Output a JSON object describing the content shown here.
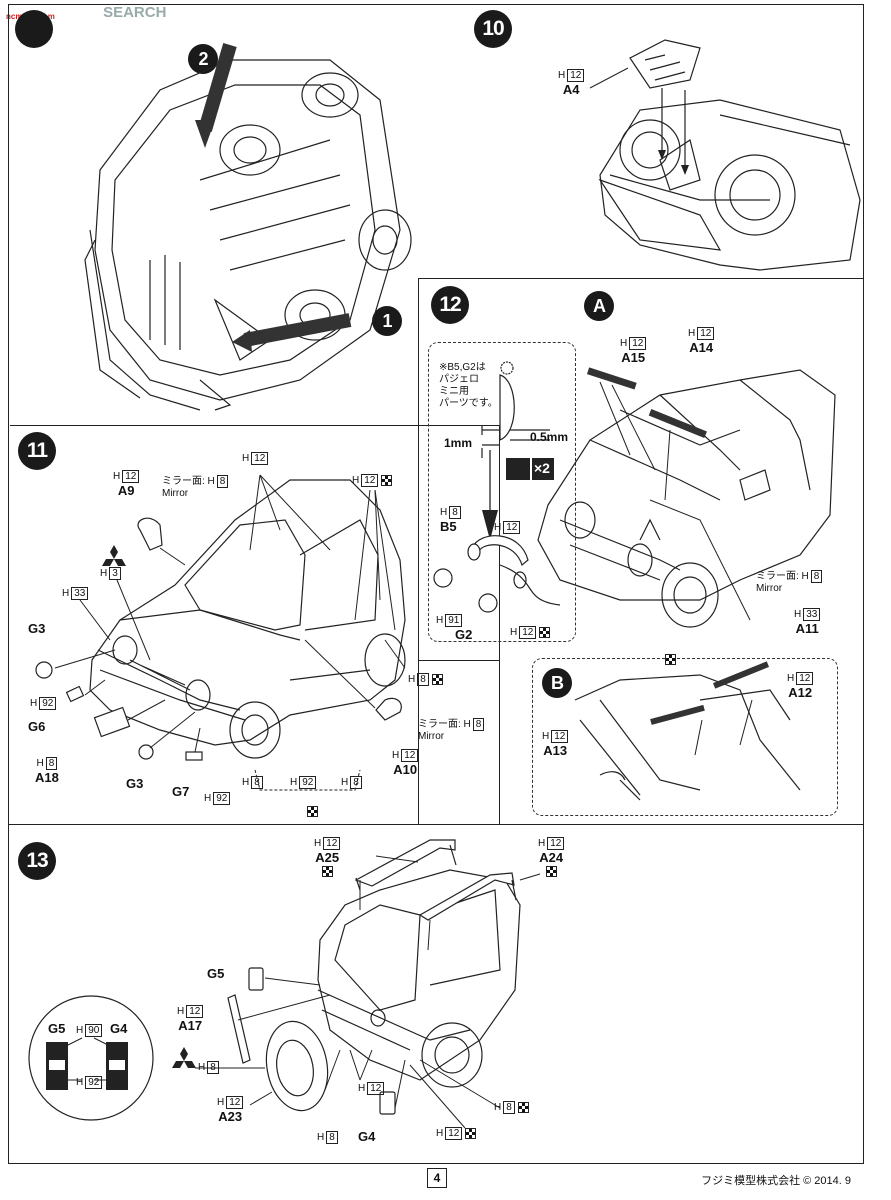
{
  "watermark": {
    "brand": "SEARCH",
    "site": "ncmcad.com"
  },
  "page": {
    "number": "4",
    "footer": "フジミ模型株式会社 © 2014. 9"
  },
  "steps": {
    "s1": "1",
    "s2": "2",
    "s10": "10",
    "s11": "11",
    "s12": "12",
    "s13": "13",
    "sA": "A",
    "sB": "B"
  },
  "step10": {
    "a4": {
      "h": "H",
      "hnum": "12",
      "label": "A4"
    }
  },
  "step12": {
    "note": [
      "※B5,G2は",
      "パジェロ",
      "ミニ用",
      "パーツです。"
    ],
    "dim1": "1mm",
    "dim2": "0.5mm",
    "x2": "×2",
    "b5": {
      "h": "H",
      "hnum": "8",
      "label": "B5"
    },
    "h12a": {
      "h": "H",
      "hnum": "12"
    },
    "h91": {
      "h": "H",
      "hnum": "91"
    },
    "g2": "G2",
    "h12b": {
      "h": "H",
      "hnum": "12"
    },
    "a15": {
      "h": "H",
      "hnum": "12",
      "label": "A15"
    },
    "a14": {
      "h": "H",
      "hnum": "12",
      "label": "A14"
    },
    "mirror11": {
      "text": "ミラー面: H",
      "hnum": "8",
      "en": "Mirror"
    },
    "a11": {
      "h": "H",
      "hnum": "33",
      "label": "A11"
    },
    "a12": {
      "h": "H",
      "hnum": "12",
      "label": "A12"
    },
    "a13": {
      "h": "H",
      "hnum": "12",
      "label": "A13"
    }
  },
  "step11": {
    "a9": {
      "h": "H",
      "hnum": "12",
      "label": "A9"
    },
    "mirror9": {
      "text": "ミラー面: H",
      "hnum": "8",
      "en": "Mirror"
    },
    "h3": {
      "h": "H",
      "hnum": "3"
    },
    "h33": {
      "h": "H",
      "hnum": "33"
    },
    "h12roof": {
      "h": "H",
      "hnum": "12"
    },
    "h12right": {
      "h": "H",
      "hnum": "12"
    },
    "g3a": "G3",
    "h92a": {
      "h": "H",
      "hnum": "92"
    },
    "g6": "G6",
    "a18": {
      "h": "H",
      "hnum": "8",
      "label": "A18"
    },
    "g3b": "G3",
    "g7": "G7",
    "h92b": {
      "h": "H",
      "hnum": "92"
    },
    "h8a": {
      "h": "H",
      "hnum": "8"
    },
    "h92c": {
      "h": "H",
      "hnum": "92"
    },
    "h8b": {
      "h": "H",
      "hnum": "8"
    },
    "h8c": {
      "h": "H",
      "hnum": "8"
    },
    "mirror10": {
      "text": "ミラー面: H",
      "hnum": "8",
      "en": "Mirror"
    },
    "a10": {
      "h": "H",
      "hnum": "12",
      "label": "A10"
    }
  },
  "step13": {
    "a25": {
      "h": "H",
      "hnum": "12",
      "label": "A25"
    },
    "a24": {
      "h": "H",
      "hnum": "12",
      "label": "A24"
    },
    "g5": "G5",
    "a17": {
      "h": "H",
      "hnum": "12",
      "label": "A17"
    },
    "h8mark": {
      "h": "H",
      "hnum": "8"
    },
    "a23": {
      "h": "H",
      "hnum": "12",
      "label": "A23"
    },
    "h8bottom": {
      "h": "H",
      "hnum": "8"
    },
    "h12mid": {
      "h": "H",
      "hnum": "12"
    },
    "g4": "G4",
    "h8r": {
      "h": "H",
      "hnum": "8"
    },
    "h12r": {
      "h": "H",
      "hnum": "12"
    },
    "inset": {
      "g5": "G5",
      "h90": "90",
      "g4": "G4",
      "h92": "92"
    }
  }
}
